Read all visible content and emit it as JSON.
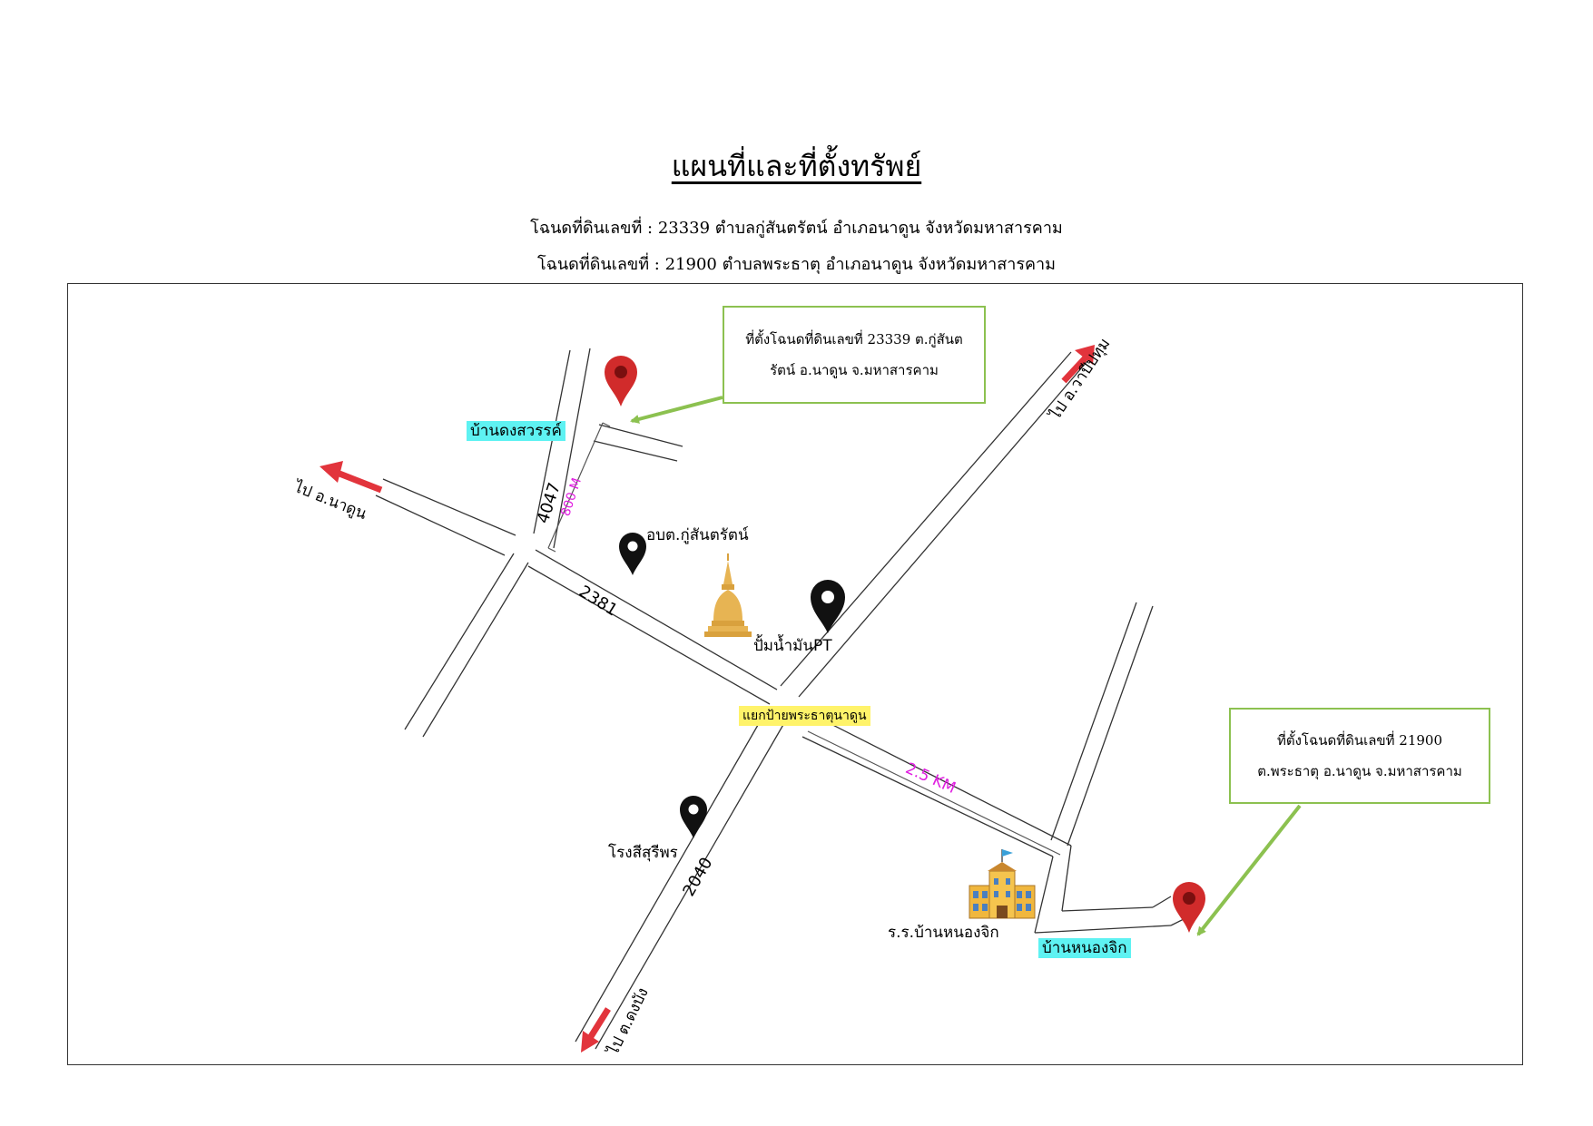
{
  "title": "แผนที่และที่ตั้งทรัพย์",
  "deeds": [
    "โฉนดที่ดินเลขที่ :  23339 ตำบลกู่สันตรัตน์  อำเภอนาดูน จังหวัดมหาสารคาม",
    "โฉนดที่ดินเลขที่ :  21900 ตำบลพระธาตุ  อำเภอนาดูน จังหวัดมหาสารคาม"
  ],
  "callouts": {
    "plot1": [
      "ที่ตั้งโฉนดที่ดินเลขที่ 23339 ต.กู่สันต",
      "รัตน์  อ.นาดูน จ.มหาสารคาม"
    ],
    "plot2": [
      "ที่ตั้งโฉนดที่ดินเลขที่ 21900",
      "ต.พระธาตุ อ.นาดูน จ.มหาสารคาม"
    ]
  },
  "places": {
    "ban_dong_sawan": "บ้านดงสวรรค์",
    "obt": "อบต.กู่สันตรัตน์",
    "gas_station": "ปั้มน้ำมันPT",
    "junction": "แยกป้ายพระธาตุนาดูน",
    "rongsi": "โรงสีสุรีพร",
    "school": "ร.ร.บ้านหนองจิก",
    "ban_nong_chik": "บ้านหนองจิก"
  },
  "directions": {
    "to_nadun": "ไป อ.นาดูน",
    "to_wapi_pathum": "ไป อ.วาปีปทุม",
    "to_dong_bang": "ไป ต.ดงบัง"
  },
  "roads": {
    "r4047": "4047",
    "r2381": "2381",
    "r2040": "2040"
  },
  "distances": {
    "d800": "800 M",
    "d25": "2.5 KM"
  },
  "colors": {
    "pin_red": "#d12b2b",
    "pin_black": "#111111",
    "arrow_red": "#e2343c",
    "callout_green": "#8cc150",
    "distance_magenta": "#e01ee0",
    "label_cyan": "#5ef2f2",
    "label_yellow": "#fff36a",
    "pagoda_gold": "#e7b453"
  }
}
